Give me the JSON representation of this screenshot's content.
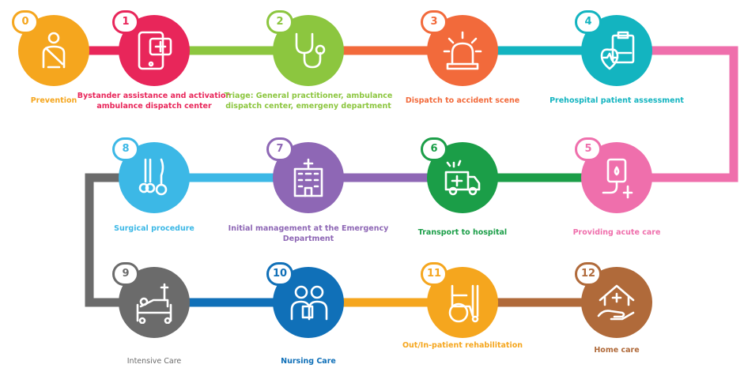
{
  "steps": [
    {
      "number": "0",
      "label": "Prevention",
      "color": "#f5a61e",
      "label_color": "#f5a61e",
      "icon": "seatbelt-person-icon"
    },
    {
      "number": "1",
      "label": "Bystander assistance and activation ambulance dispatch center",
      "color": "#e8265a",
      "label_color": "#e8265a",
      "icon": "phone-medical-cross-icon"
    },
    {
      "number": "2",
      "label": "Triage: General practitioner, ambulance dispatch center, emergeny department",
      "color": "#8cc63f",
      "label_color": "#8cc63f",
      "icon": "stethoscope-icon"
    },
    {
      "number": "3",
      "label": "Dispatch to accident scene",
      "color": "#f26a3b",
      "label_color": "#f26a3b",
      "icon": "siren-icon"
    },
    {
      "number": "4",
      "label": "Prehospital patient assessment",
      "color": "#13b4c0",
      "label_color": "#13b4c0",
      "icon": "clipboard-heartbeat-icon"
    },
    {
      "number": "5",
      "label": "Providing acute care",
      "color": "#ef6fac",
      "label_color": "#ef6fac",
      "icon": "iv-drip-icon"
    },
    {
      "number": "6",
      "label": "Transport to hospital",
      "color": "#1b9e48",
      "label_color": "#1b9e48",
      "icon": "ambulance-icon"
    },
    {
      "number": "7",
      "label": "Initial management at the Emergency Department",
      "color": "#8e67b5",
      "label_color": "#8e67b5",
      "icon": "hospital-building-icon"
    },
    {
      "number": "8",
      "label": "Surgical procedure",
      "color": "#3cb8e6",
      "label_color": "#3cb8e6",
      "icon": "surgical-instruments-icon"
    },
    {
      "number": "9",
      "label": "Intensive Care",
      "color": "#6b6b6b",
      "label_color": "#6b6b6b",
      "icon": "hospital-bed-icon"
    },
    {
      "number": "10",
      "label": "Nursing Care",
      "color": "#1070b8",
      "label_color": "#1070b8",
      "icon": "nurse-patient-icon"
    },
    {
      "number": "11",
      "label": "Out/In-patient rehabilitation",
      "color": "#f5a61e",
      "label_color": "#f5a61e",
      "icon": "wheelchair-icon"
    },
    {
      "number": "12",
      "label": "Home care",
      "color": "#b06a3a",
      "label_color": "#b06a3a",
      "icon": "house-hand-icon"
    }
  ]
}
